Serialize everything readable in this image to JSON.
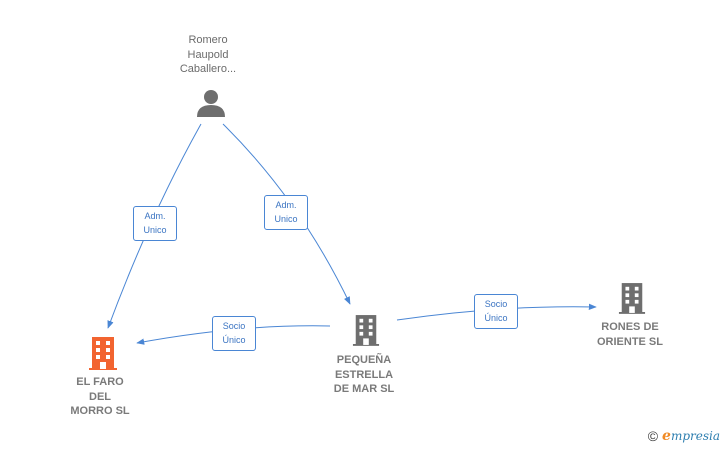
{
  "nodes": {
    "person": {
      "label": "Romero\nHaupold\nCaballero...",
      "type": "person"
    },
    "faro": {
      "label": "EL FARO\nDEL\nMORRO  SL",
      "type": "company",
      "color": "#f26430"
    },
    "pequena": {
      "label": "PEQUEÑA\nESTRELLA\nDE MAR  SL",
      "type": "company",
      "color": "#6e6e6e"
    },
    "rones": {
      "label": "RONES DE\nORIENTE  SL",
      "type": "company",
      "color": "#6e6e6e"
    }
  },
  "edges": [
    {
      "from": "person",
      "to": "faro",
      "label": "Adm.\nUnico"
    },
    {
      "from": "person",
      "to": "pequena",
      "label": "Adm.\nUnico"
    },
    {
      "from": "pequena",
      "to": "faro",
      "label": "Socio\nÚnico"
    },
    {
      "from": "pequena",
      "to": "rones",
      "label": "Socio\nÚnico"
    }
  ],
  "edge_color": "#4a86d4",
  "copyright": {
    "symbol": "©",
    "brand_initial": "e",
    "brand_rest": "mpresia"
  }
}
